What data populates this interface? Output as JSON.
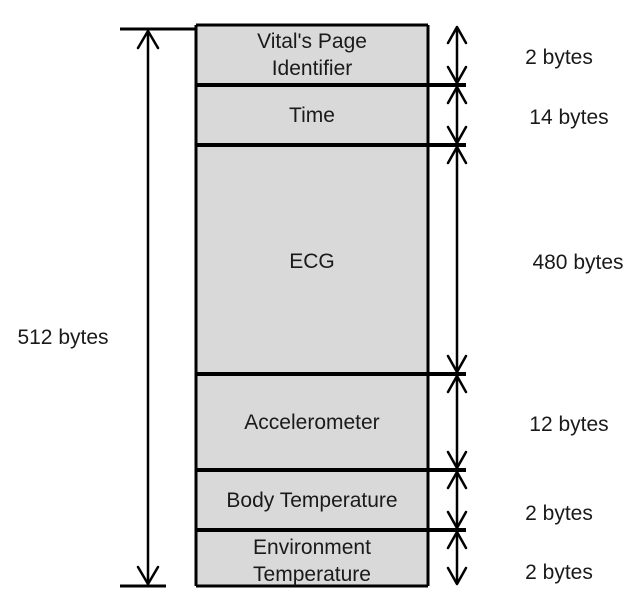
{
  "segments": [
    {
      "name": "vital-page-identifier",
      "lines": [
        "Vital's Page",
        "Identifier"
      ],
      "size": "2 bytes"
    },
    {
      "name": "time",
      "lines": [
        "Time"
      ],
      "size": "14 bytes"
    },
    {
      "name": "ecg",
      "lines": [
        "ECG"
      ],
      "size": "480 bytes"
    },
    {
      "name": "accelerometer",
      "lines": [
        "Accelerometer"
      ],
      "size": "12 bytes"
    },
    {
      "name": "body-temperature",
      "lines": [
        "Body Temperature"
      ],
      "size": "2 bytes"
    },
    {
      "name": "environment-temperature",
      "lines": [
        "Environment",
        "Temperature"
      ],
      "size": "2 bytes"
    }
  ],
  "total": {
    "label": "512 bytes"
  },
  "colors": {
    "segment_fill": "#d9d9d9",
    "line": "#000000",
    "text": "#1a1a1a"
  }
}
